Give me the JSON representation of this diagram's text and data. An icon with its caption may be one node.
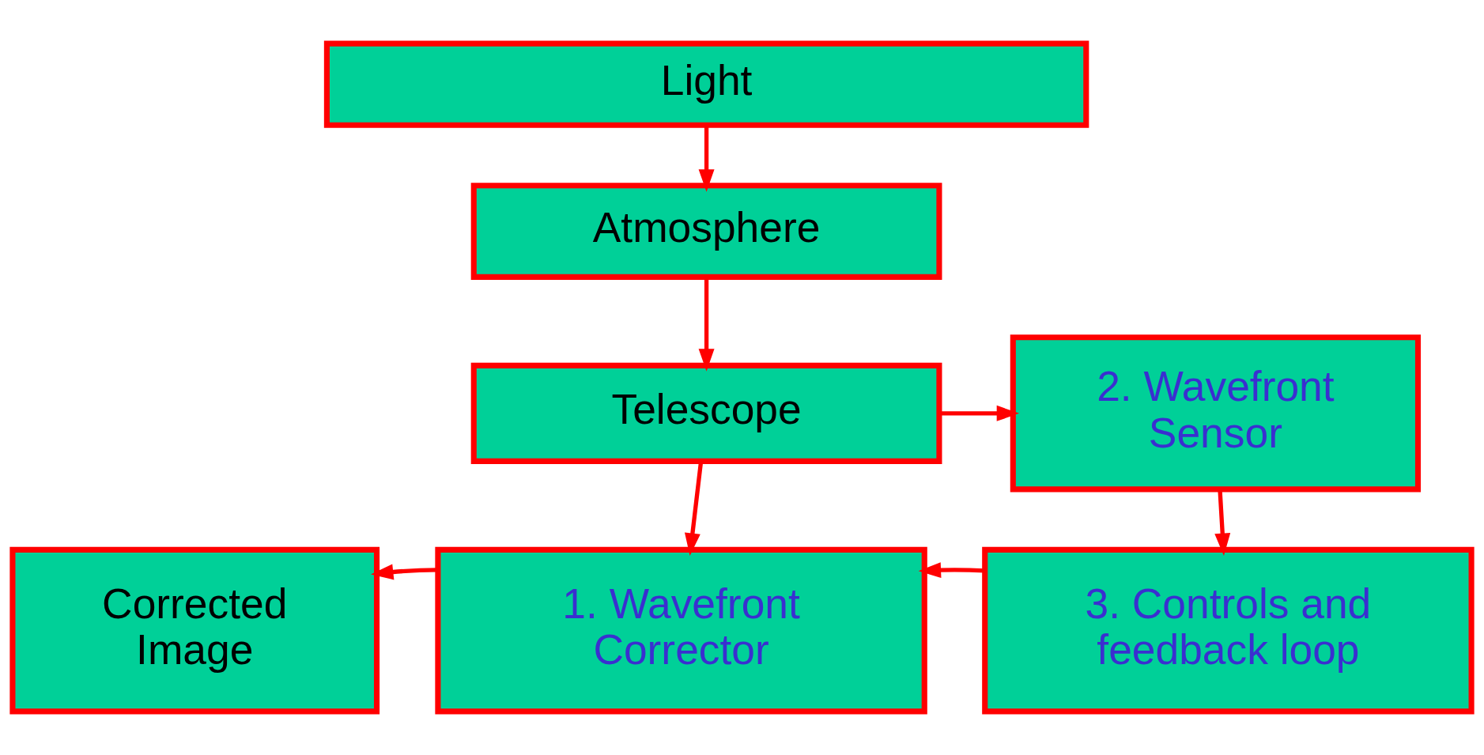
{
  "diagram": {
    "nodes": [
      {
        "text": [
          "Light"
        ]
      },
      {
        "text": [
          "Atmosphere"
        ]
      },
      {
        "text": [
          "Telescope"
        ]
      },
      {
        "text": [
          "2. Wavefront Sensor"
        ]
      },
      {
        "text": [
          "Corrected Image"
        ]
      },
      {
        "text": [
          "1. Wavefront Corrector"
        ]
      },
      {
        "text": [
          "3. Controls and feedback loop"
        ]
      }
    ],
    "edges": [
      {
        "from": 0,
        "to": 1,
        "arrow": "to"
      },
      {
        "from": 1,
        "to": 2,
        "arrow": "to"
      },
      {
        "from": 2,
        "to": 3,
        "arrow": "to"
      },
      {
        "from": 2,
        "to": 5,
        "arrow": "to"
      },
      {
        "from": 3,
        "to": 6,
        "arrow": "to"
      },
      {
        "from": 6,
        "to": 5,
        "arrow": "to"
      },
      {
        "from": 5,
        "to": 4,
        "arrow": "to"
      }
    ]
  }
}
